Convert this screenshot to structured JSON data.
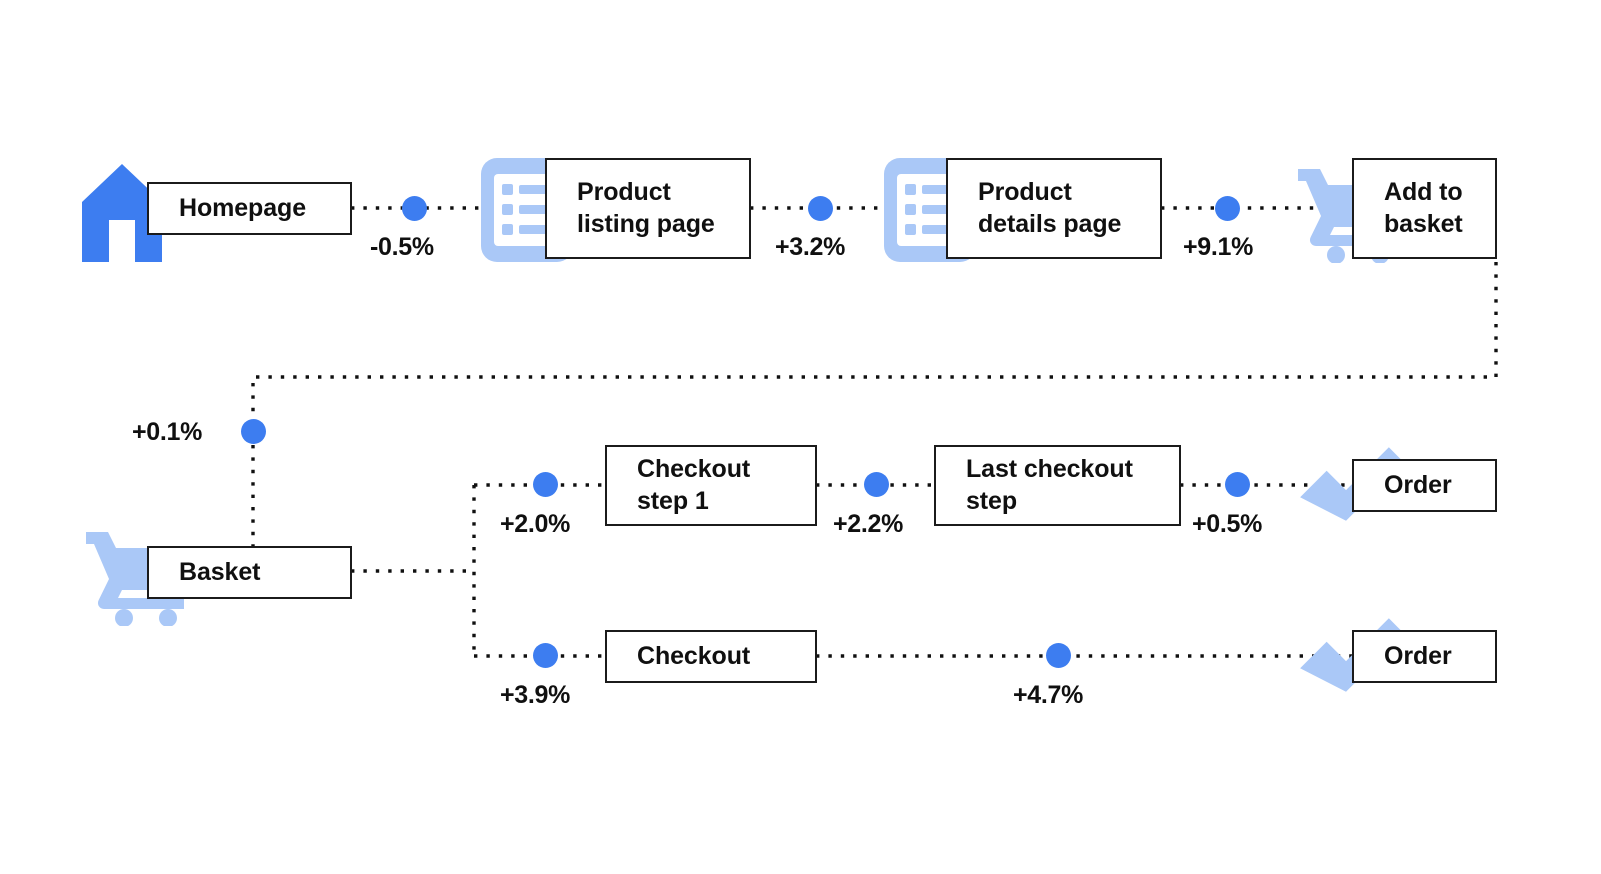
{
  "diagram": {
    "title": "Ecommerce funnel step uplift diagram",
    "accent_color": "#3d7df0",
    "icon_light_color": "#aac8f7",
    "box_border_color": "#1b1b1b",
    "background": "#ffffff"
  },
  "nodes": [
    {
      "id": "homepage",
      "label": "Homepage",
      "icon": "house-icon",
      "icon_color": "#3d7df0"
    },
    {
      "id": "product-listing",
      "label": "Product\nlisting page",
      "icon": "list-page-icon",
      "icon_color": "#aac8f7"
    },
    {
      "id": "product-details",
      "label": "Product\ndetails page",
      "icon": "list-page-icon",
      "icon_color": "#aac8f7"
    },
    {
      "id": "add-to-basket",
      "label": "Add to\nbasket",
      "icon": "shopping-cart-icon",
      "icon_color": "#aac8f7"
    },
    {
      "id": "basket",
      "label": "Basket",
      "icon": "shopping-cart-icon",
      "icon_color": "#aac8f7"
    },
    {
      "id": "checkout-step-1",
      "label": "Checkout\nstep 1",
      "icon": "none",
      "icon_color": ""
    },
    {
      "id": "last-checkout",
      "label": "Last checkout\nstep",
      "icon": "none",
      "icon_color": ""
    },
    {
      "id": "order-top",
      "label": "Order",
      "icon": "check-mark-icon",
      "icon_color": "#aac8f7"
    },
    {
      "id": "checkout",
      "label": "Checkout",
      "icon": "none",
      "icon_color": ""
    },
    {
      "id": "order-bottom",
      "label": "Order",
      "icon": "check-mark-icon",
      "icon_color": "#aac8f7"
    }
  ],
  "edges": [
    {
      "id": "e1",
      "from": "homepage",
      "to": "product-listing",
      "value": "-0.5%"
    },
    {
      "id": "e2",
      "from": "product-listing",
      "to": "product-details",
      "value": "+3.2%"
    },
    {
      "id": "e3",
      "from": "product-details",
      "to": "add-to-basket",
      "value": "+9.1%"
    },
    {
      "id": "e4",
      "from": "add-to-basket",
      "to": "basket",
      "value": "+0.1%"
    },
    {
      "id": "e5",
      "from": "basket",
      "to": "checkout-step-1",
      "value": "+2.0%"
    },
    {
      "id": "e6",
      "from": "checkout-step-1",
      "to": "last-checkout",
      "value": "+2.2%"
    },
    {
      "id": "e7",
      "from": "last-checkout",
      "to": "order-top",
      "value": "+0.5%"
    },
    {
      "id": "e8",
      "from": "basket",
      "to": "checkout",
      "value": "+3.9%"
    },
    {
      "id": "e9",
      "from": "checkout",
      "to": "order-bottom",
      "value": "+4.7%"
    }
  ],
  "chart_data": {
    "type": "diagram",
    "title": "Ecommerce funnel conversion uplift flow",
    "steps": [
      "Homepage",
      "Product listing page",
      "Product details page",
      "Add to basket",
      "Basket",
      "Checkout step 1",
      "Last checkout step",
      "Order",
      "Checkout",
      "Order"
    ],
    "transitions": [
      {
        "from": "Homepage",
        "to": "Product listing page",
        "uplift_percent": -0.5,
        "label": "-0.5%"
      },
      {
        "from": "Product listing page",
        "to": "Product details page",
        "uplift_percent": 3.2,
        "label": "+3.2%"
      },
      {
        "from": "Product details page",
        "to": "Add to basket",
        "uplift_percent": 9.1,
        "label": "+9.1%"
      },
      {
        "from": "Add to basket",
        "to": "Basket",
        "uplift_percent": 0.1,
        "label": "+0.1%"
      },
      {
        "from": "Basket",
        "to": "Checkout step 1",
        "uplift_percent": 2.0,
        "label": "+2.0%"
      },
      {
        "from": "Checkout step 1",
        "to": "Last checkout step",
        "uplift_percent": 2.2,
        "label": "+2.2%"
      },
      {
        "from": "Last checkout step",
        "to": "Order",
        "uplift_percent": 0.5,
        "label": "+0.5%"
      },
      {
        "from": "Basket",
        "to": "Checkout",
        "uplift_percent": 3.9,
        "label": "+3.9%"
      },
      {
        "from": "Checkout",
        "to": "Order",
        "uplift_percent": 4.7,
        "label": "+4.7%"
      }
    ]
  }
}
